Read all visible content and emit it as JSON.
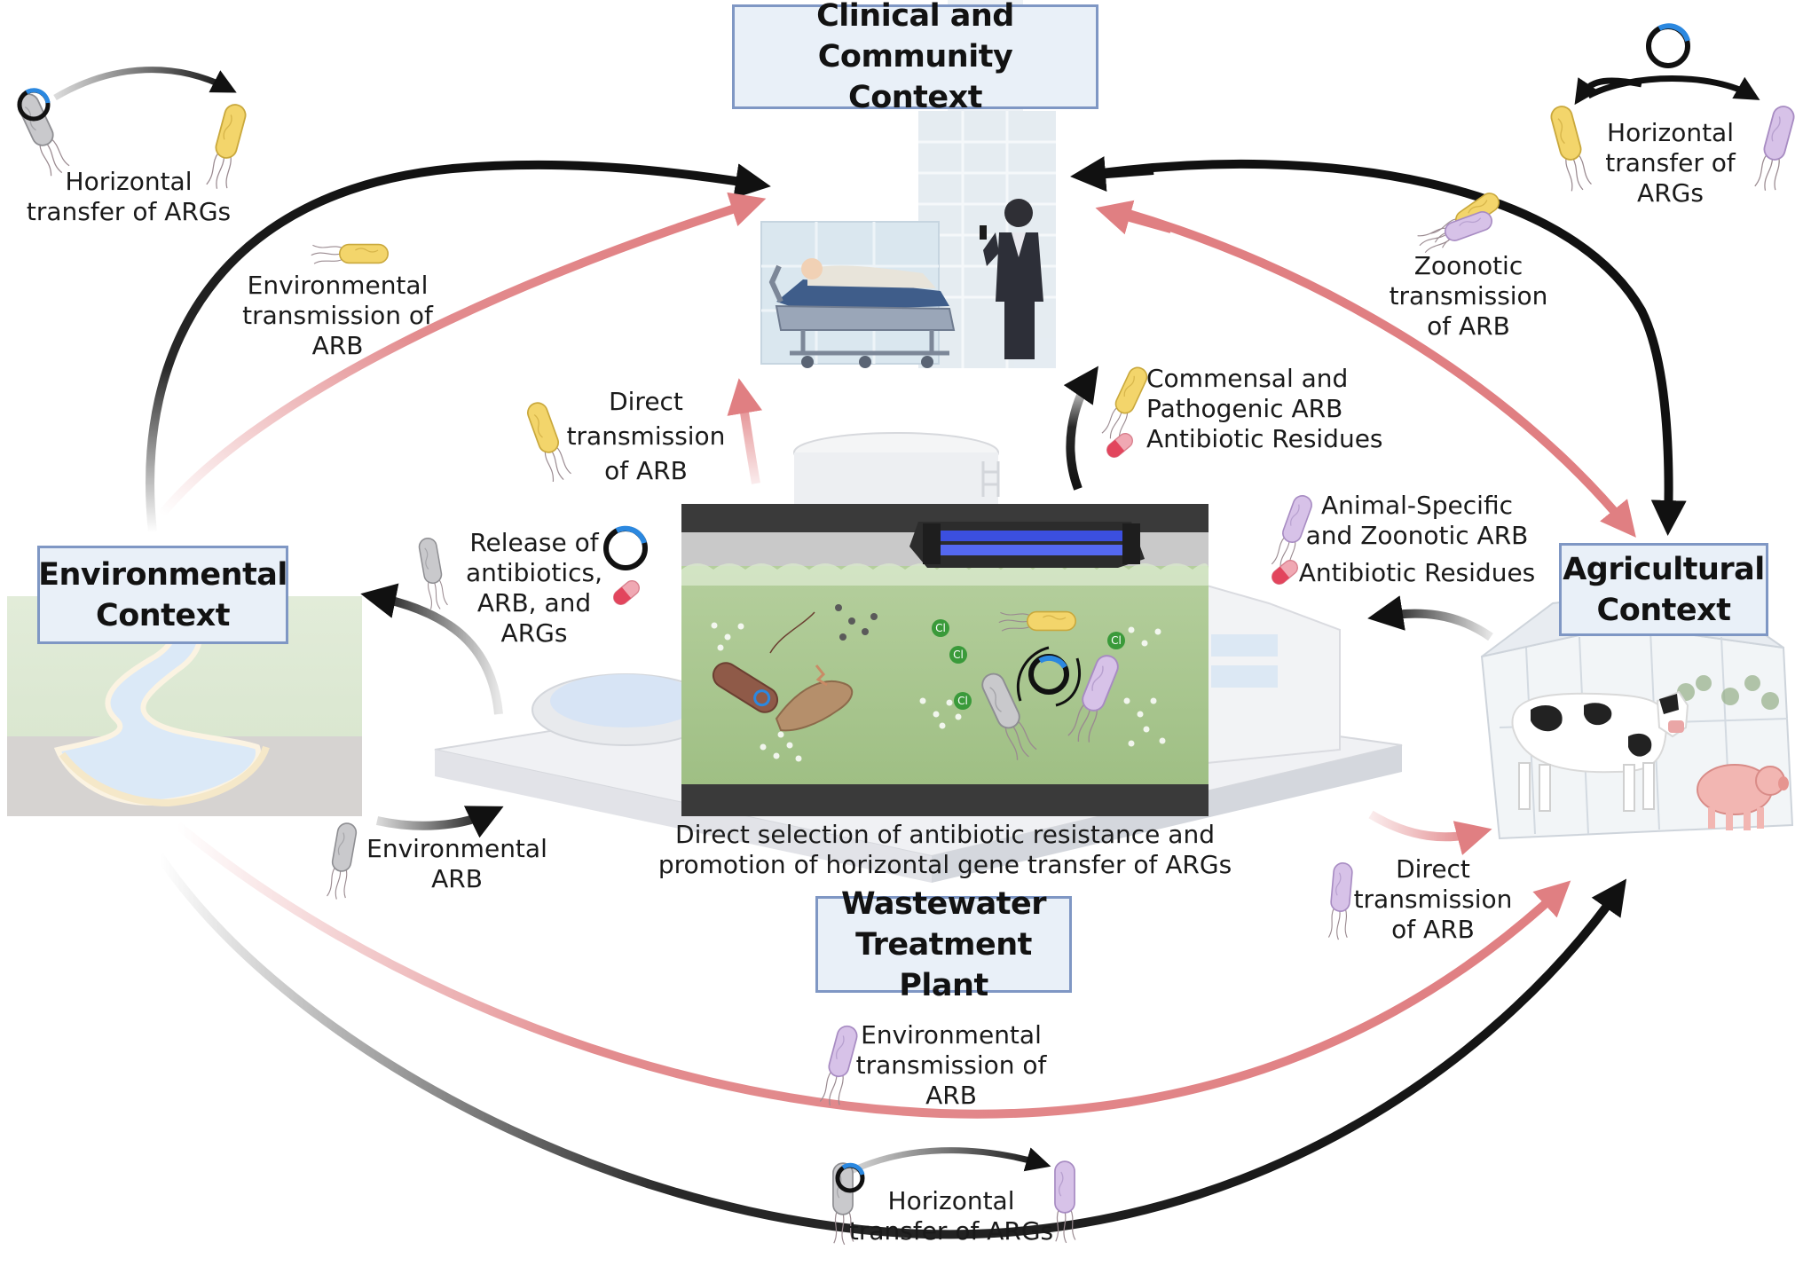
{
  "contexts": {
    "clinical": [
      "Clinical and Community",
      "Context"
    ],
    "environmental": [
      "Environmental",
      "Context"
    ],
    "agricultural": [
      "Agricultural",
      "Context"
    ],
    "wwtp": [
      "Wastewater",
      "Treatment Plant"
    ]
  },
  "labels": {
    "horizontal_top_left": [
      "Horizontal",
      "transfer of ARGs"
    ],
    "horizontal_top_right": [
      "Horizontal",
      "transfer of",
      "ARGs"
    ],
    "horizontal_bottom": [
      "Horizontal",
      "transfer of ARGs"
    ],
    "env_transmission_top": [
      "Environmental",
      "transmission of",
      "ARB"
    ],
    "env_transmission_bottom": [
      "Environmental",
      "transmission of",
      "ARB"
    ],
    "zoonotic": [
      "Zoonotic",
      "transmission",
      "of ARB"
    ],
    "direct_to_clinical": [
      "Direct",
      "transmission",
      "of ARB"
    ],
    "direct_to_agri": [
      "Direct",
      "transmission",
      "of ARB"
    ],
    "commensal": [
      "Commensal and",
      "Pathogenic ARB",
      "Antibiotic Residues"
    ],
    "animal_specific": [
      "Animal-Specific",
      "and Zoonotic ARB",
      "Antibiotic Residues"
    ],
    "release": [
      "Release of",
      "antibiotics,",
      "ARB, and",
      "ARGs"
    ],
    "env_arb": [
      "Environmental",
      "ARB"
    ],
    "direct_selection": [
      "Direct selection of antibiotic resistance and",
      "promotion of horizontal gene transfer of ARGs"
    ]
  },
  "symbols": {
    "chloride": "Cl"
  },
  "colors": {
    "black_arrow": "#111111",
    "red_arrow": "#e07f82",
    "box_fill": "#e9f0f8",
    "box_border": "#7f97c4",
    "water": "#a9c790",
    "uv_light": "#3b4fe0",
    "plasmid": "#2b88e0"
  },
  "icons": [
    "bacterium-yellow-icon",
    "bacterium-grey-icon",
    "bacterium-purple-icon",
    "plasmid-icon",
    "pill-icon",
    "hospital-icon",
    "patient-bed-icon",
    "doctor-icon",
    "river-icon",
    "greenhouse-icon",
    "cow-icon",
    "pig-icon",
    "uv-lamp-icon",
    "treatment-tank-icon"
  ]
}
